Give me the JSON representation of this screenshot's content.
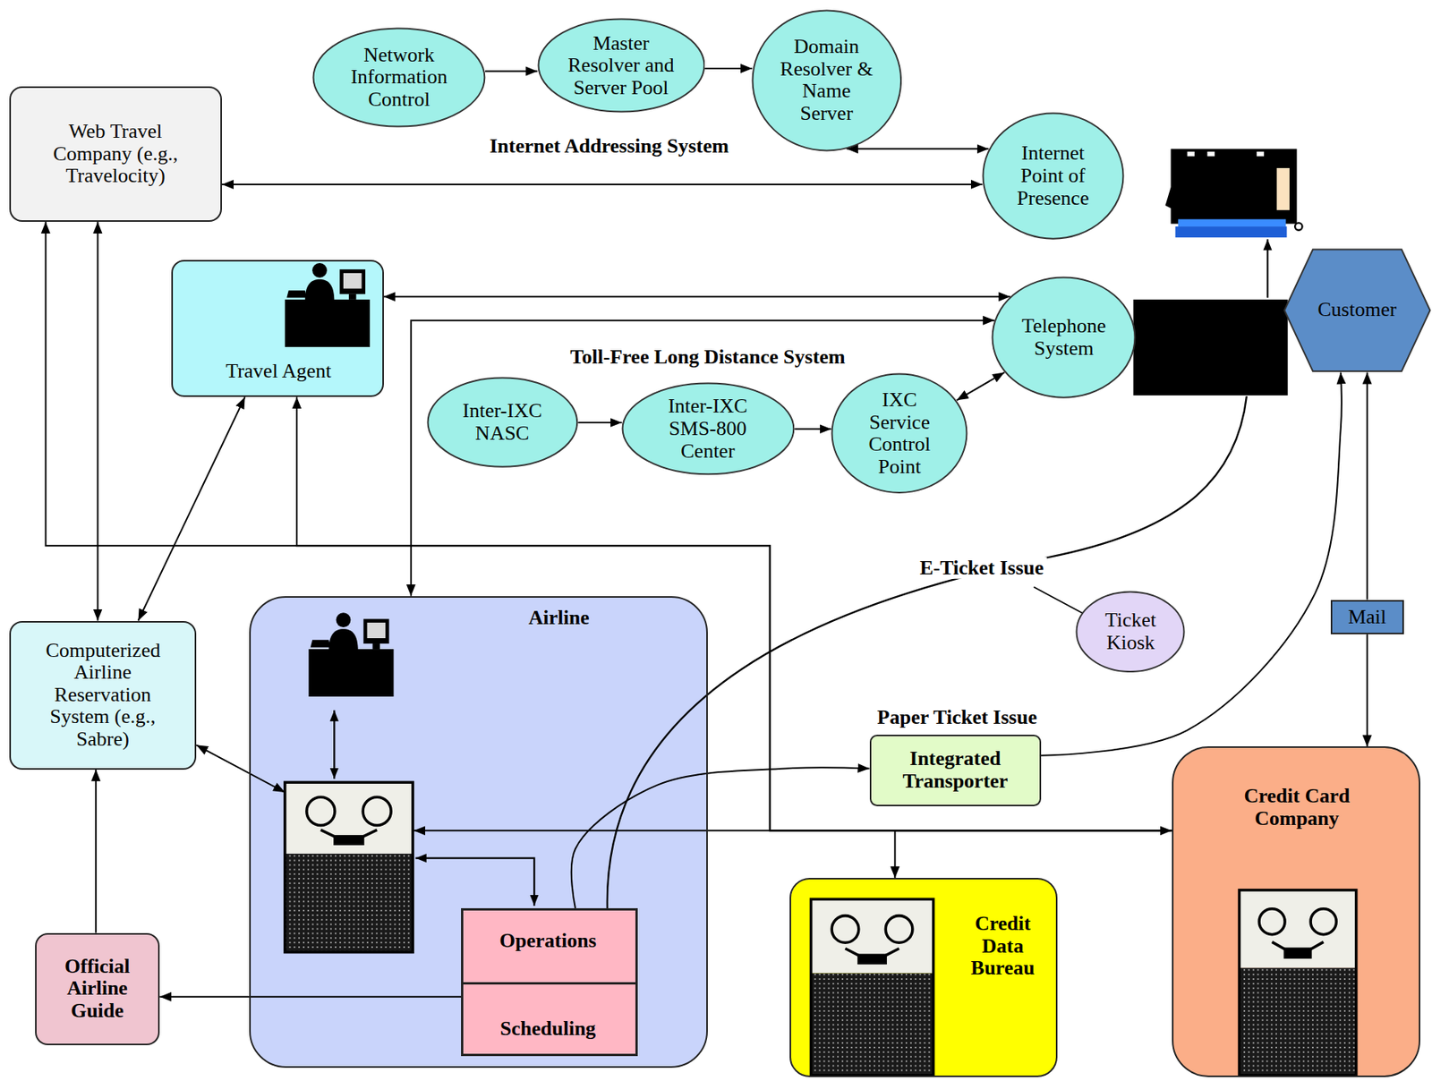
{
  "diagram": {
    "nodes": [
      {
        "text": [
          "Network Information Control"
        ]
      },
      {
        "text": [
          "Master Resolver and Server Pool"
        ]
      },
      {
        "text": [
          "Domain Resolver & Name Server"
        ]
      },
      {
        "text": [
          "Internet Point of Presence"
        ]
      },
      {
        "text": [
          "Web Travel Company (e.g., Travelocity)"
        ]
      },
      {
        "text": [
          "Travel Agent"
        ]
      },
      {
        "text": [
          "Telephone System"
        ]
      },
      {
        "text": [
          "Inter-IXC NASC"
        ]
      },
      {
        "text": [
          "Inter-IXC SMS-800 Center"
        ]
      },
      {
        "text": [
          "IXC Service Control Point"
        ]
      },
      {
        "text": [
          "Customer"
        ]
      },
      {
        "text": [
          "Computerized Airline Reservation System (e.g., Sabre)"
        ]
      },
      {
        "text": [
          "Airline"
        ]
      },
      {
        "text": [
          "Ticket Kiosk"
        ]
      },
      {
        "text": [
          "Mail"
        ]
      },
      {
        "text": [
          "Integrated Transporter"
        ]
      },
      {
        "text": [
          "Operations",
          "Scheduling"
        ],
        "in": 12
      },
      {
        "text": [
          "Official Airline Guide"
        ]
      },
      {
        "text": [
          "Credit Data Bureau"
        ]
      },
      {
        "text": [
          "Credit Card Company"
        ]
      }
    ],
    "edges": [
      {
        "from": 0,
        "to": 1,
        "arrow": "to"
      },
      {
        "from": 1,
        "to": 2,
        "arrow": "to"
      },
      {
        "from": 2,
        "to": 3,
        "arrow": "both"
      },
      {
        "from": 4,
        "to": 3,
        "arrow": "both"
      },
      {
        "from": 5,
        "to": 6,
        "arrow": "both"
      },
      {
        "from": 6,
        "to": 12,
        "arrow": "both"
      },
      {
        "from": 7,
        "to": 8,
        "arrow": "to"
      },
      {
        "from": 8,
        "to": 9,
        "arrow": "to"
      },
      {
        "from": 9,
        "to": 6,
        "arrow": "both"
      },
      {
        "from": 15,
        "to": 10,
        "arrow": "to"
      },
      {
        "from": 14,
        "to": 10,
        "arrow": "to"
      },
      {
        "from": 14,
        "to": 19,
        "arrow": "to"
      },
      {
        "from": 4,
        "to": 11,
        "arrow": "both"
      },
      {
        "from": 5,
        "to": 11,
        "arrow": "both"
      },
      {
        "from": 11,
        "to": 12,
        "arrow": "both"
      },
      {
        "from": 12,
        "to": 19,
        "arrow": "both"
      },
      {
        "from": 19,
        "to": 18,
        "arrow": "to"
      },
      {
        "from": 19,
        "to": 4,
        "arrow": "to"
      },
      {
        "from": 19,
        "to": 5,
        "arrow": "to"
      },
      {
        "from": 16,
        "to": 17,
        "arrow": "to"
      },
      {
        "from": 17,
        "to": 11,
        "arrow": "to"
      },
      {
        "from": 16,
        "to": 15,
        "arrow": "to"
      }
    ],
    "labels": [
      "Internet Addressing System",
      "Toll-Free Long Distance System",
      "E-Ticket Issue",
      "Paper Ticket Issue"
    ]
  }
}
